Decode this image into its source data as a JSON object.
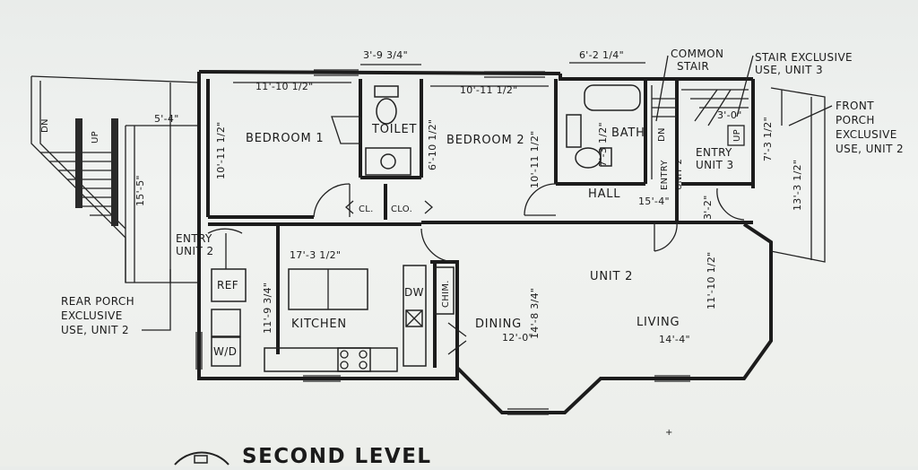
{
  "plan": {
    "title": "SECOND LEVEL",
    "unit_label": "UNIT 2",
    "rooms": {
      "bedroom1": "BEDROOM 1",
      "bedroom2": "BEDROOM 2",
      "toilet": "TOILET",
      "bath": "BATH",
      "hall": "HALL",
      "kitchen": "KITCHEN",
      "dining": "DINING",
      "living": "LIVING",
      "common_stair": [
        "COMMON",
        "STAIR"
      ],
      "entry_unit3": [
        "ENTRY",
        "UNIT 3"
      ],
      "entry_unit2": [
        "ENTRY",
        "UNIT 2"
      ],
      "entry_unit2_vertical": [
        "ENTRY",
        "UNIT 2"
      ]
    },
    "fixtures": {
      "ref": "REF",
      "wd": "W/D",
      "dw": "DW",
      "chim": "CHIM.",
      "cl": "CL.",
      "clo": "CLO."
    },
    "stairs": {
      "dn": "DN",
      "up": "UP",
      "dn_right": "DN",
      "up_right": "UP"
    },
    "dimensions": {
      "toilet_width": "3'-9 3/4\"",
      "bath_width": "6'-2 1/4\"",
      "bedroom1_width": "11'-10 1/2\"",
      "bedroom1_depth": "10'-11 1/2\"",
      "toilet_depth": "6'-10 1/2\"",
      "bedroom2_width": "10'-11 1/2\"",
      "bedroom2_depth": "10'-11 1/2\"",
      "bath_depth": "7'-3 1/2\"",
      "rear_porch_width": "5'-4\"",
      "rear_porch_depth": "15'-5\"",
      "kitchen_width": "17'-3 1/2\"",
      "kitchen_depth": "11'-9 3/4\"",
      "unit2_depth": "14'-8 3/4\"",
      "dining_width": "12'-0\"",
      "living_width": "14'-4\"",
      "living_depth": "11'-10 1/2\"",
      "hall_width": "15'-4\"",
      "entry3_dim": "3'-0\"",
      "entry3_depth": "7'-3 1/2\"",
      "front_porch_depth": "13'-3 1/2\"",
      "entry2_depth": "3'-2\""
    },
    "notes": {
      "rear_porch": [
        "REAR PORCH",
        "EXCLUSIVE",
        "USE, UNIT 2"
      ],
      "stair_exclusive": [
        "STAIR EXCLUSIVE",
        "USE, UNIT 3"
      ],
      "front_porch": [
        "FRONT",
        "PORCH",
        "EXCLUSIVE",
        "USE, UNIT 2"
      ]
    },
    "colors": {
      "ink": "#1c1c1c",
      "paper": "#eef0ee"
    }
  }
}
